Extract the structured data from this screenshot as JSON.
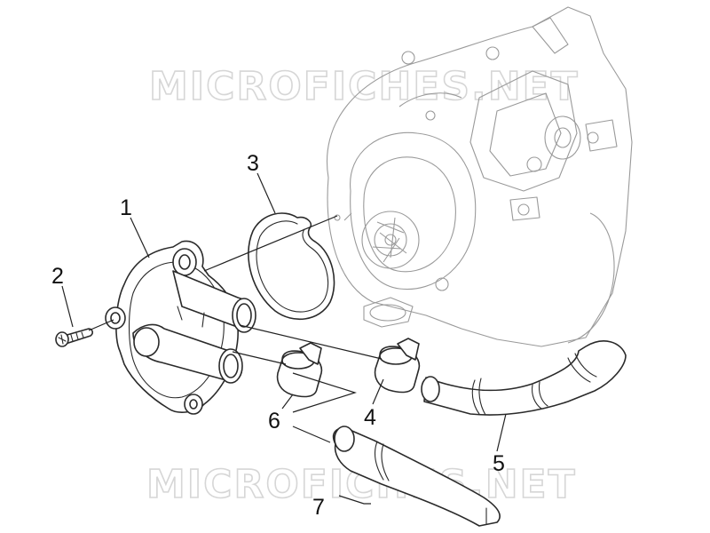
{
  "watermark": {
    "top": "MICROFICHES.NET",
    "bottom": "MICROFICHES.NET"
  },
  "callouts": {
    "c1": "1",
    "c2": "2",
    "c3": "3",
    "c4": "4",
    "c5": "5",
    "c6": "6",
    "c7": "7"
  }
}
